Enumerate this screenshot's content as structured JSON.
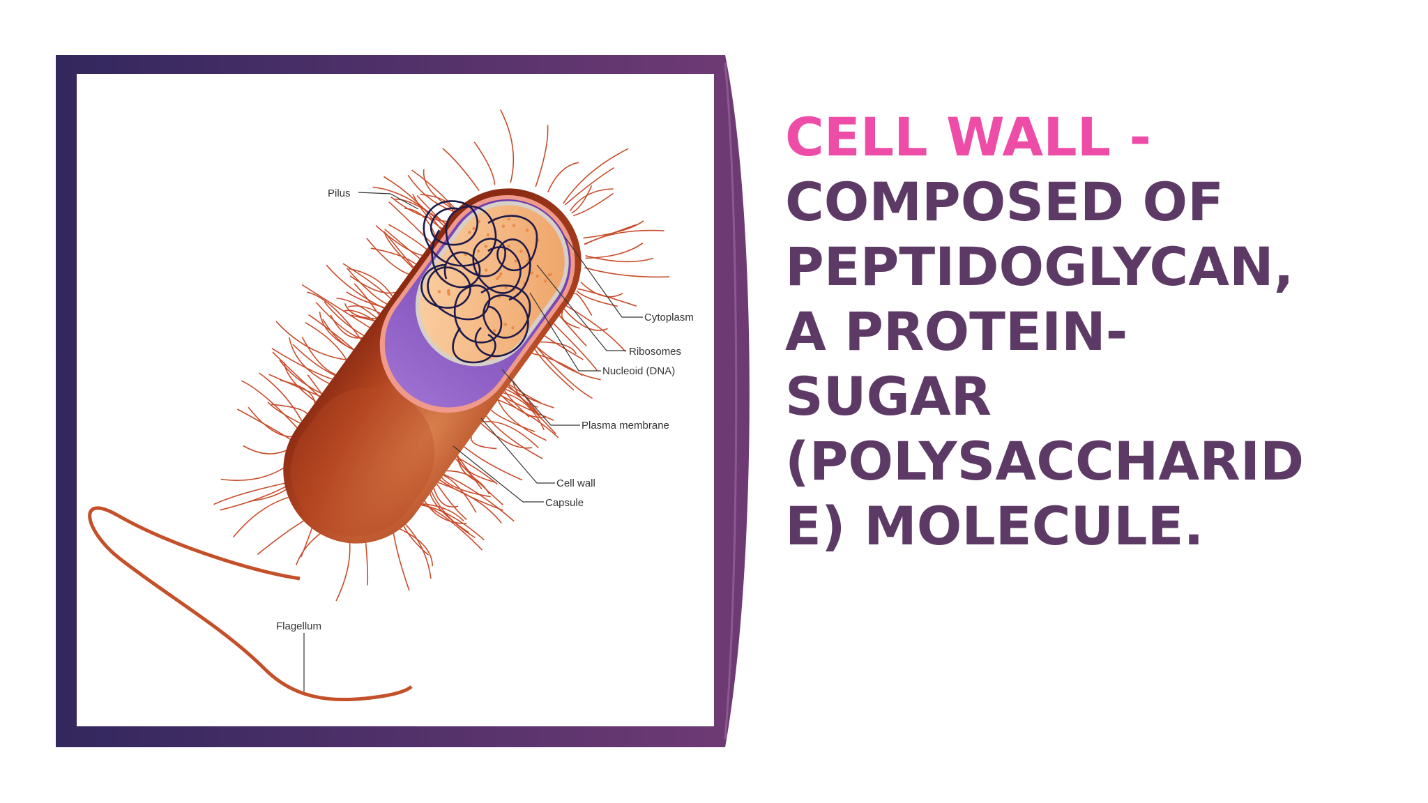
{
  "colors": {
    "frame_dark": "#3a2c66",
    "frame_light": "#6b3a73",
    "heading_accent": "#ee4da7",
    "heading_body": "#5d3a66",
    "capsule": "#b34a22",
    "membrane": "#7b4ab8",
    "cytoplasm": "#f3b27a"
  },
  "heading": {
    "title": "CELL WALL -",
    "lines": [
      "COMPOSED OF",
      "PEPTIDOGLYCAN,",
      "A PROTEIN-",
      "SUGAR",
      "(POLYSACCHARID",
      "E) MOLECULE."
    ]
  },
  "diagram": {
    "labels": {
      "pilus": "Pilus",
      "cytoplasm": "Cytoplasm",
      "ribosomes": "Ribosomes",
      "nucleoid": "Nucleoid (DNA)",
      "plasma_membrane": "Plasma membrane",
      "cell_wall": "Cell wall",
      "capsule": "Capsule",
      "flagellum": "Flagellum"
    }
  }
}
